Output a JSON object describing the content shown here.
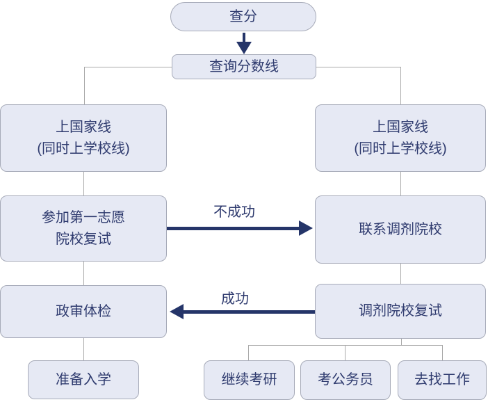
{
  "nodes": {
    "check_score": {
      "label": "查分"
    },
    "check_cutoff": {
      "label": "查询分数线"
    },
    "left_pass_line": {
      "label": "上国家线\n(同时上学校线)"
    },
    "right_pass_line": {
      "label": "上国家线\n(同时上学校线)"
    },
    "first_choice": {
      "label": "参加第一志愿\n院校复试"
    },
    "contact_adjust": {
      "label": "联系调剂院校"
    },
    "political_review": {
      "label": "政审体检"
    },
    "adjust_retest": {
      "label": "调剂院校复试"
    },
    "prepare_enroll": {
      "label": "准备入学"
    },
    "continue_exam": {
      "label": "继续考研"
    },
    "civil_service": {
      "label": "考公务员"
    },
    "find_job": {
      "label": "去找工作"
    }
  },
  "edges": {
    "fail_label": "不成功",
    "success_label": "成功"
  },
  "colors": {
    "node_fill": "#E6E9F4",
    "node_border": "#A6AAB8",
    "text": "#2E3A6E",
    "arrow": "#253569",
    "connector": "#A9A9A9"
  }
}
